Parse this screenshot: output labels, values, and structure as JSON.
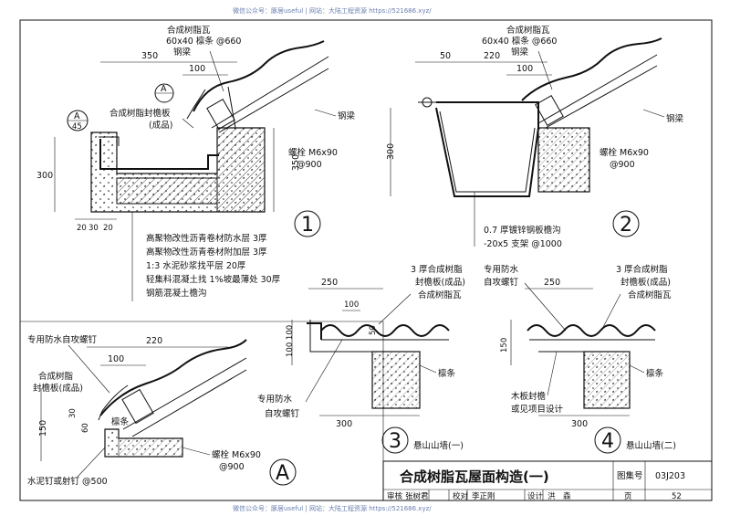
{
  "watermark": {
    "top": "微信公众号：豚居useful | 网站：大陆工程资源 https://521686.xyz/",
    "bottom": "微信公众号：豚居useful | 网站：大陆工程资源 https://521686.xyz/"
  },
  "detail1": {
    "number": "1",
    "labels": {
      "tile": "合成树脂瓦",
      "purlin": "60x40 檩条 @660",
      "beam1": "钢梁",
      "beam2": "钢梁",
      "fascia": "合成树脂封檐板",
      "fascia_sub": "(成品)",
      "bolt": "螺栓 M6x90",
      "bolt_spacing": "@900"
    },
    "ref_mark": {
      "letter": "A",
      "sheet": "45"
    },
    "section_mark": "A",
    "dims": {
      "d350": "350",
      "d100": "100",
      "d300": "300",
      "d350v": "350",
      "d20a": "20",
      "d30": "30",
      "d20b": "20"
    },
    "layers": [
      "高聚物改性沥青卷材防水层 3厚",
      "高聚物改性沥青卷材附加层 3厚",
      "1:3 水泥砂浆找平层 20厚",
      "轻集料混凝土找 1%坡最薄处 30厚",
      "钢筋混凝土檐沟"
    ]
  },
  "detail2": {
    "number": "2",
    "labels": {
      "tile": "合成树脂瓦",
      "purlin": "60x40 檩条 @660",
      "beam1": "钢梁",
      "beam2": "钢梁",
      "bolt": "螺栓 M6x90",
      "bolt_spacing": "@900",
      "gutter": "0.7 厚镀锌钢板檐沟",
      "bracket": "-20x5 支架 @1000"
    },
    "dims": {
      "d50": "50",
      "d220": "220",
      "d100": "100",
      "d300": "300"
    }
  },
  "detail3": {
    "number": "3",
    "title": "悬山山墙(一)",
    "labels": {
      "board1": "3 厚合成树脂",
      "board2": "封檐板(成品)",
      "tile": "合成树脂瓦",
      "screw1": "专用防水",
      "screw2": "自攻螺钉",
      "purlin": "檩条"
    },
    "dims": {
      "d250": "250",
      "d100": "100",
      "d50": "50",
      "d100b": "100 100",
      "d300": "300"
    }
  },
  "detail4": {
    "number": "4",
    "title": "悬山山墙(二)",
    "labels": {
      "screw1": "专用防水",
      "screw2": "自攻螺钉",
      "board1": "3 厚合成树脂",
      "board2": "封檐板(成品)",
      "tile": "合成树脂瓦",
      "wood1": "木板封檐",
      "wood2": "或见项目设计",
      "purlin": "檩条"
    },
    "dims": {
      "d250": "250",
      "d150": "150",
      "d300": "300"
    }
  },
  "detailA": {
    "letter": "A",
    "labels": {
      "screw": "专用防水自攻螺钉",
      "board1": "合成树脂",
      "board2": "封檐板(成品)",
      "purlin": "檩条",
      "bolt": "螺栓 M6x90",
      "bolt_spacing": "@900",
      "nail": "水泥钉或射钉 @500"
    },
    "dims": {
      "d220": "220",
      "d100": "100",
      "d150": "150",
      "d30": "30",
      "d60": "60"
    }
  },
  "title_block": {
    "title": "合成树脂瓦屋面构造(一)",
    "atlas_label": "图集号",
    "atlas_no": "03J203",
    "review": "审核",
    "reviewer": "张树君",
    "check": "校对",
    "checker": "李正刚",
    "design": "设计",
    "designer": "洪　森",
    "page_label": "页",
    "page_no": "52"
  }
}
